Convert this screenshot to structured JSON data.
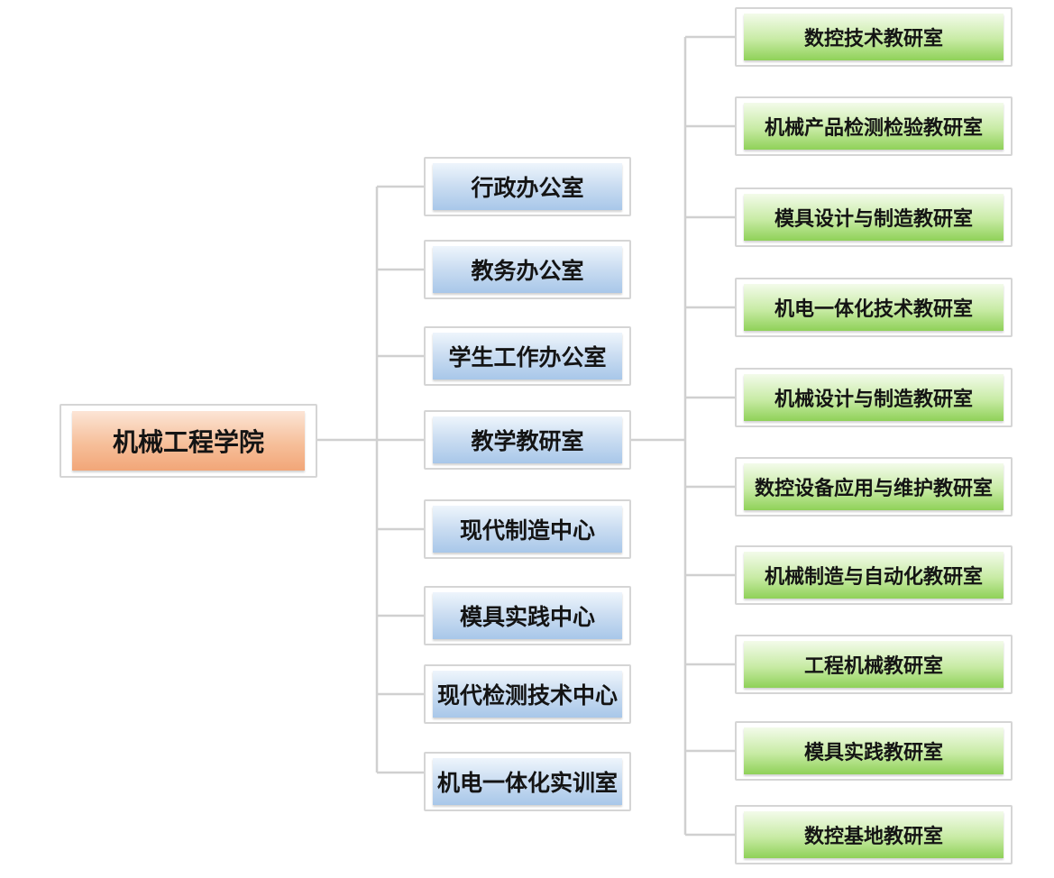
{
  "root": {
    "label": "机械工程学院"
  },
  "departments": [
    {
      "label": "行政办公室"
    },
    {
      "label": "教务办公室"
    },
    {
      "label": "学生工作办公室"
    },
    {
      "label": "教学教研室"
    },
    {
      "label": "现代制造中心"
    },
    {
      "label": "模具实践中心"
    },
    {
      "label": "现代检测技术中心"
    },
    {
      "label": "机电一体化实训室"
    }
  ],
  "teaching_offices": [
    {
      "label": "数控技术教研室"
    },
    {
      "label": "机械产品检测检验教研室"
    },
    {
      "label": "模具设计与制造教研室"
    },
    {
      "label": "机电一体化技术教研室"
    },
    {
      "label": "机械设计与制造教研室"
    },
    {
      "label": "数控设备应用与维护教研室"
    },
    {
      "label": "机械制造与自动化教研室"
    },
    {
      "label": "工程机械教研室"
    },
    {
      "label": "模具实践教研室"
    },
    {
      "label": "数控基地教研室"
    }
  ],
  "colors": {
    "root_fill": "#f6bf9a",
    "department_fill": "#c9dcf1",
    "office_fill": "#b3e28a",
    "connector": "#d0d0d0",
    "frame": "#d5d5d5"
  }
}
